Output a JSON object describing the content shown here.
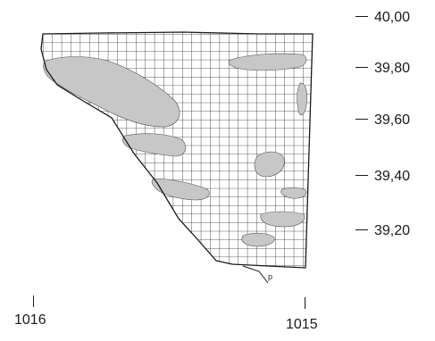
{
  "elevations": [
    "40,00",
    "39,80",
    "39,60",
    "39,40",
    "39,20"
  ],
  "coordinates": [
    "1016",
    "1015"
  ],
  "point_label": "p",
  "colors": {
    "ink": "#1a1a1a",
    "patch": "#c7c7c7",
    "grid": "#2a2a2a"
  }
}
